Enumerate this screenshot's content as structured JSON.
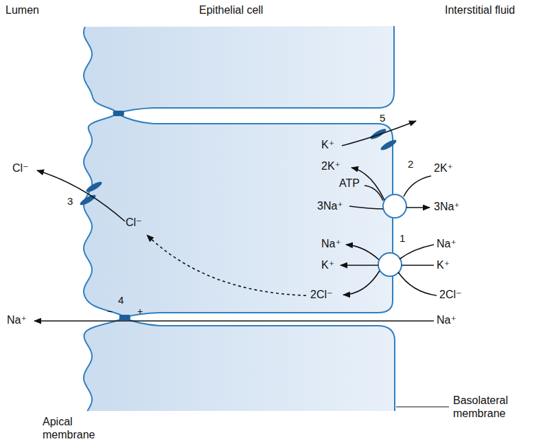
{
  "diagram": {
    "labels": [
      "Lumen",
      "Epithelial cell",
      "Interstitial fluid",
      "5",
      "K⁺",
      "2K⁺",
      "2",
      "2K⁺",
      "Cl⁻",
      "ATP",
      "3",
      "Cl⁻",
      "3Na⁺",
      "3Na⁺",
      "Na⁺",
      "1",
      "Na⁺",
      "K⁺",
      "K⁺",
      "2Cl⁻",
      "2Cl⁻",
      "4",
      "−",
      "+",
      "Na⁺",
      "Na⁺",
      "Basolateral membrane",
      "Apical membrane"
    ]
  }
}
